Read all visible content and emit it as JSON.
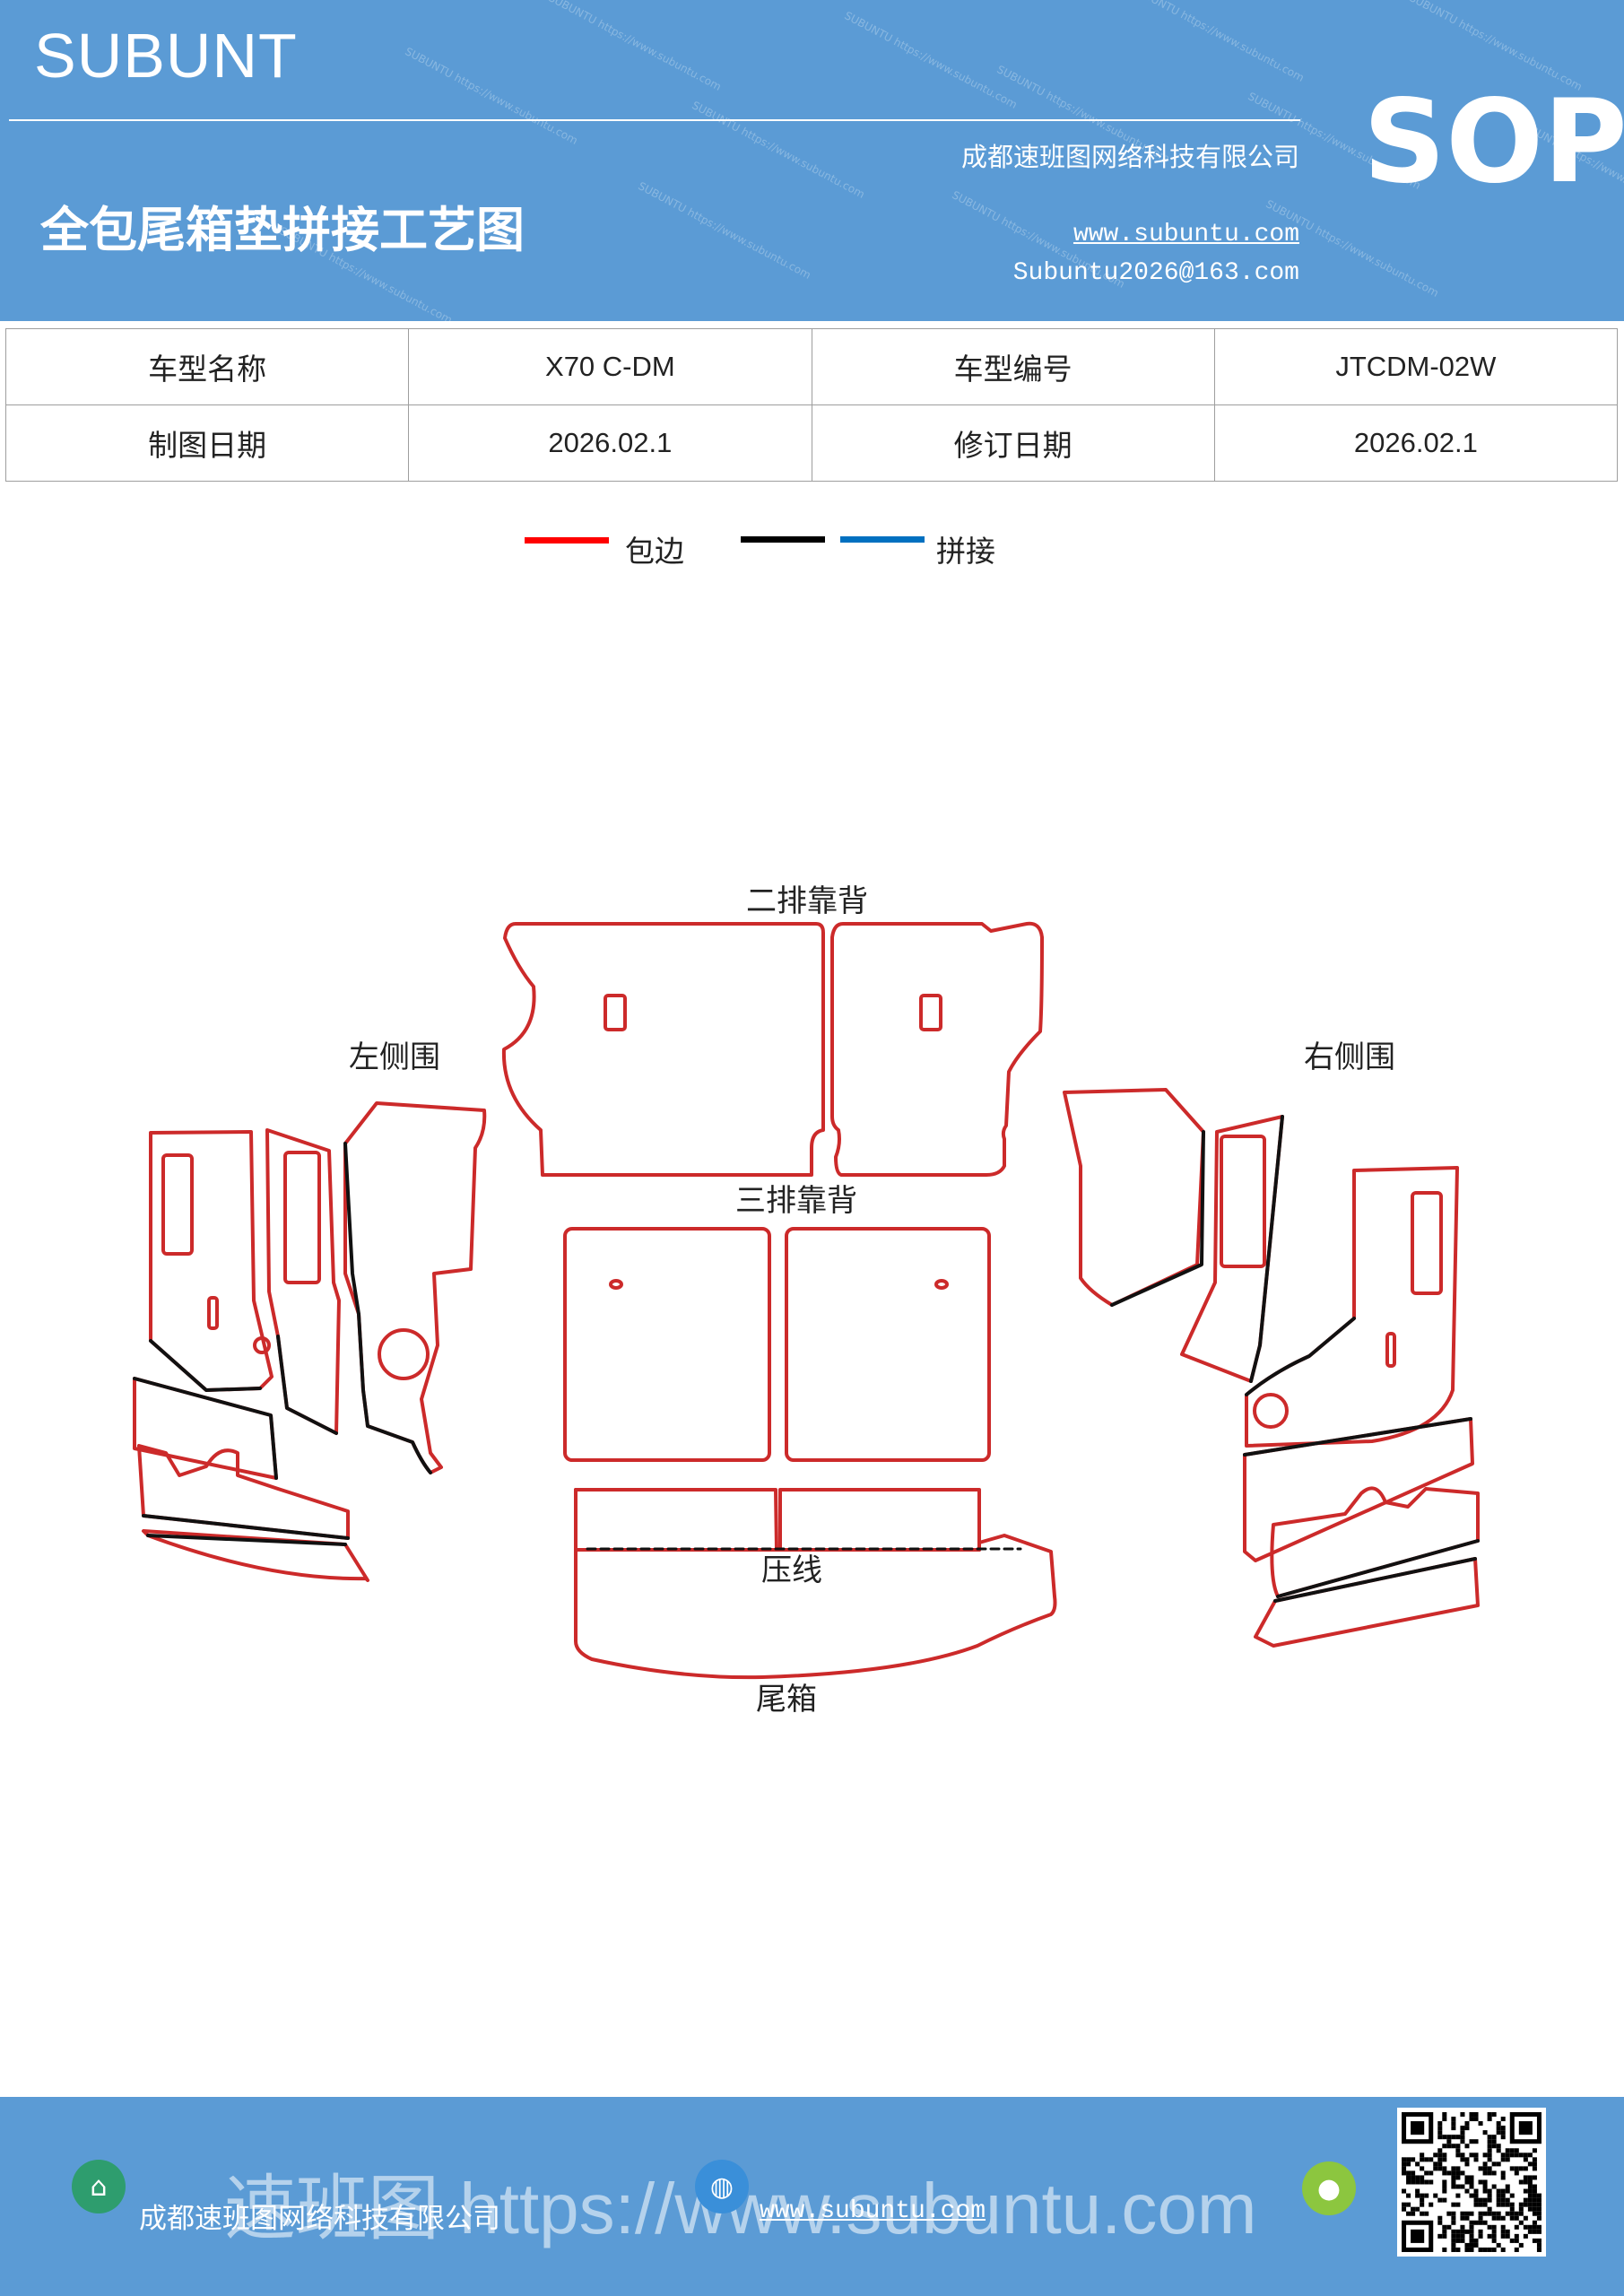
{
  "header": {
    "brand": "SUBUNT",
    "sop_label": "SOP",
    "title": "全包尾箱垫拼接工艺图",
    "company": "成都速班图网络科技有限公司",
    "website": "www.subuntu.com",
    "email": "Subuntu2026@163.com",
    "watermark": "SUBUNTU https://www.subuntu.com"
  },
  "info_table": {
    "rows": [
      {
        "label1": "车型名称",
        "value1": "X70  C-DM",
        "label2": "车型编号",
        "value2": "JTCDM-02W"
      },
      {
        "label1": "制图日期",
        "value1": "2026.02.1",
        "label2": "修订日期",
        "value2": "2026.02.1"
      }
    ]
  },
  "legend": {
    "items": [
      {
        "label": "包边",
        "color": "#ff0000"
      },
      {
        "label": "",
        "color": "#000000"
      },
      {
        "label": "拼接",
        "color": "#0070c0"
      }
    ]
  },
  "diagram": {
    "labels": {
      "second_row_back": "二排靠背",
      "left_side": "左侧围",
      "right_side": "右侧围",
      "third_row_back": "三排靠背",
      "crease_line": "压线",
      "trunk": "尾箱"
    },
    "colors": {
      "edge": "#cc2a2a",
      "seam": "#111111"
    }
  },
  "footer": {
    "company": "成都速班图网络科技有限公司",
    "website": "www.subuntu.com",
    "watermark_text": "速班图 https://www.subuntu.com"
  }
}
